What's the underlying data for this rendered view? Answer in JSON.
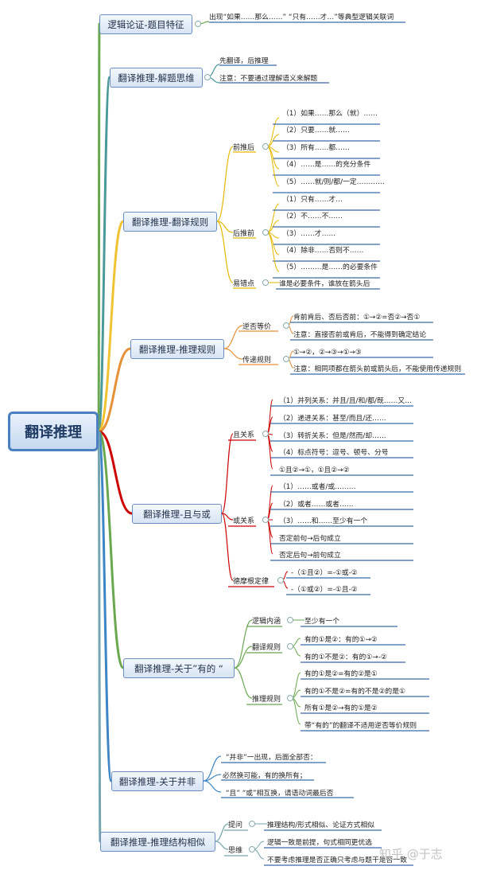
{
  "root": {
    "label": "翻译推理"
  },
  "branches": [
    {
      "label": "逻辑论证-题目特征",
      "items": [
        "出现“如果……那么……” “只有……才…”等典型逻辑关联词"
      ]
    },
    {
      "label": "翻译推理-解题思维",
      "items": [
        "先翻译，后推理",
        "注意：不要通过理解语义来解题"
      ]
    },
    {
      "label": "翻译推理-翻译规则",
      "groups": [
        {
          "label": "前推后",
          "items": [
            "（1）如果……那么（就）……",
            "（2）只要……就……",
            "（3）所有……都……",
            "（4）……是……的充分条件",
            "（5）……就/则/都/一定…………"
          ]
        },
        {
          "label": "后推前",
          "items": [
            "（1）只有……才…",
            "（2）不……不……",
            "（3）……才……",
            "（4）除非……否则不……",
            "（5）………是……的必要条件"
          ]
        },
        {
          "label": "易错点",
          "items": [
            "谁是必要条件，谁放在箭头后"
          ]
        }
      ]
    },
    {
      "label": "翻译推理-推理规则",
      "groups": [
        {
          "label": "逆否等价",
          "items": [
            "肯前肯后、否后否前：①→②=否②→否①",
            "注意：直接否前或肯后，不能得到确定结论"
          ]
        },
        {
          "label": "传递规则",
          "items": [
            "①→②，②→③→①→③",
            "注意：相同项都在箭头前或箭头后，不能使用传递规则"
          ]
        }
      ]
    },
    {
      "label": "翻译推理-且与或",
      "groups": [
        {
          "label": "且关系",
          "items": [
            "（1）并列关系：并且/且/和/都/既……又…",
            "（2）递进关系：甚至/而且/还……",
            "（3）转折关系：但是/然而/却……",
            "（4）标点符号：逗号、顿号、分号",
            "①且②→①，①且②→②"
          ]
        },
        {
          "label": "或关系",
          "items": [
            "（1）……或者/或………",
            "（2）或者……或者……",
            "（3）……和……至少有一个",
            "否定前句→后句成立",
            "否定后句→前句成立"
          ]
        },
        {
          "label": "德摩根定律",
          "items": [
            "-（①且②）=-①或-②",
            "-（①或②）=-①且-②"
          ]
        }
      ]
    },
    {
      "label": "翻译推理-关于”有的 “",
      "groups": [
        {
          "label": "逻辑内涵",
          "items": [
            "至少有一个"
          ]
        },
        {
          "label": "翻译规则",
          "items": [
            "有的①是②：有的①→②",
            "有的①不是②：有的①→-②"
          ]
        },
        {
          "label": "推理规则",
          "items": [
            "有的①是②=有的②是①",
            "有的①不是②=有的不是②的是①",
            "所有①是②→有的①是②",
            "带“有的”的翻译不适用逆否等价规则"
          ]
        }
      ]
    },
    {
      "label": "翻译推理-关于并非",
      "items": [
        "“并非”一出现，后面全部否：",
        "必然换可能，有的换所有；",
        "“且” “或”相互换，请语动词最后否"
      ]
    },
    {
      "label": "翻译推理-推理结构相似",
      "groups": [
        {
          "label": "提问",
          "items": [
            "推理结构/形式相似、论证方式相似"
          ]
        },
        {
          "label": "思维",
          "items": [
            "逻辑一致是前提，句式相同更优选",
            "不要考虑推理是否正确只考虑与题干是否一致"
          ]
        }
      ]
    }
  ],
  "watermark": "知乎 @于志",
  "colors": {
    "root_border": "#4a7fc1",
    "node_border": "#6b8fc0",
    "leaf_line": "#3a6aa8",
    "branch_colors": [
      "#6aa84f",
      "#4a9a9a",
      "#f1c232",
      "#e69138",
      "#cc0000",
      "#6aa84f",
      "#3d85c6",
      "#76a5af"
    ]
  }
}
